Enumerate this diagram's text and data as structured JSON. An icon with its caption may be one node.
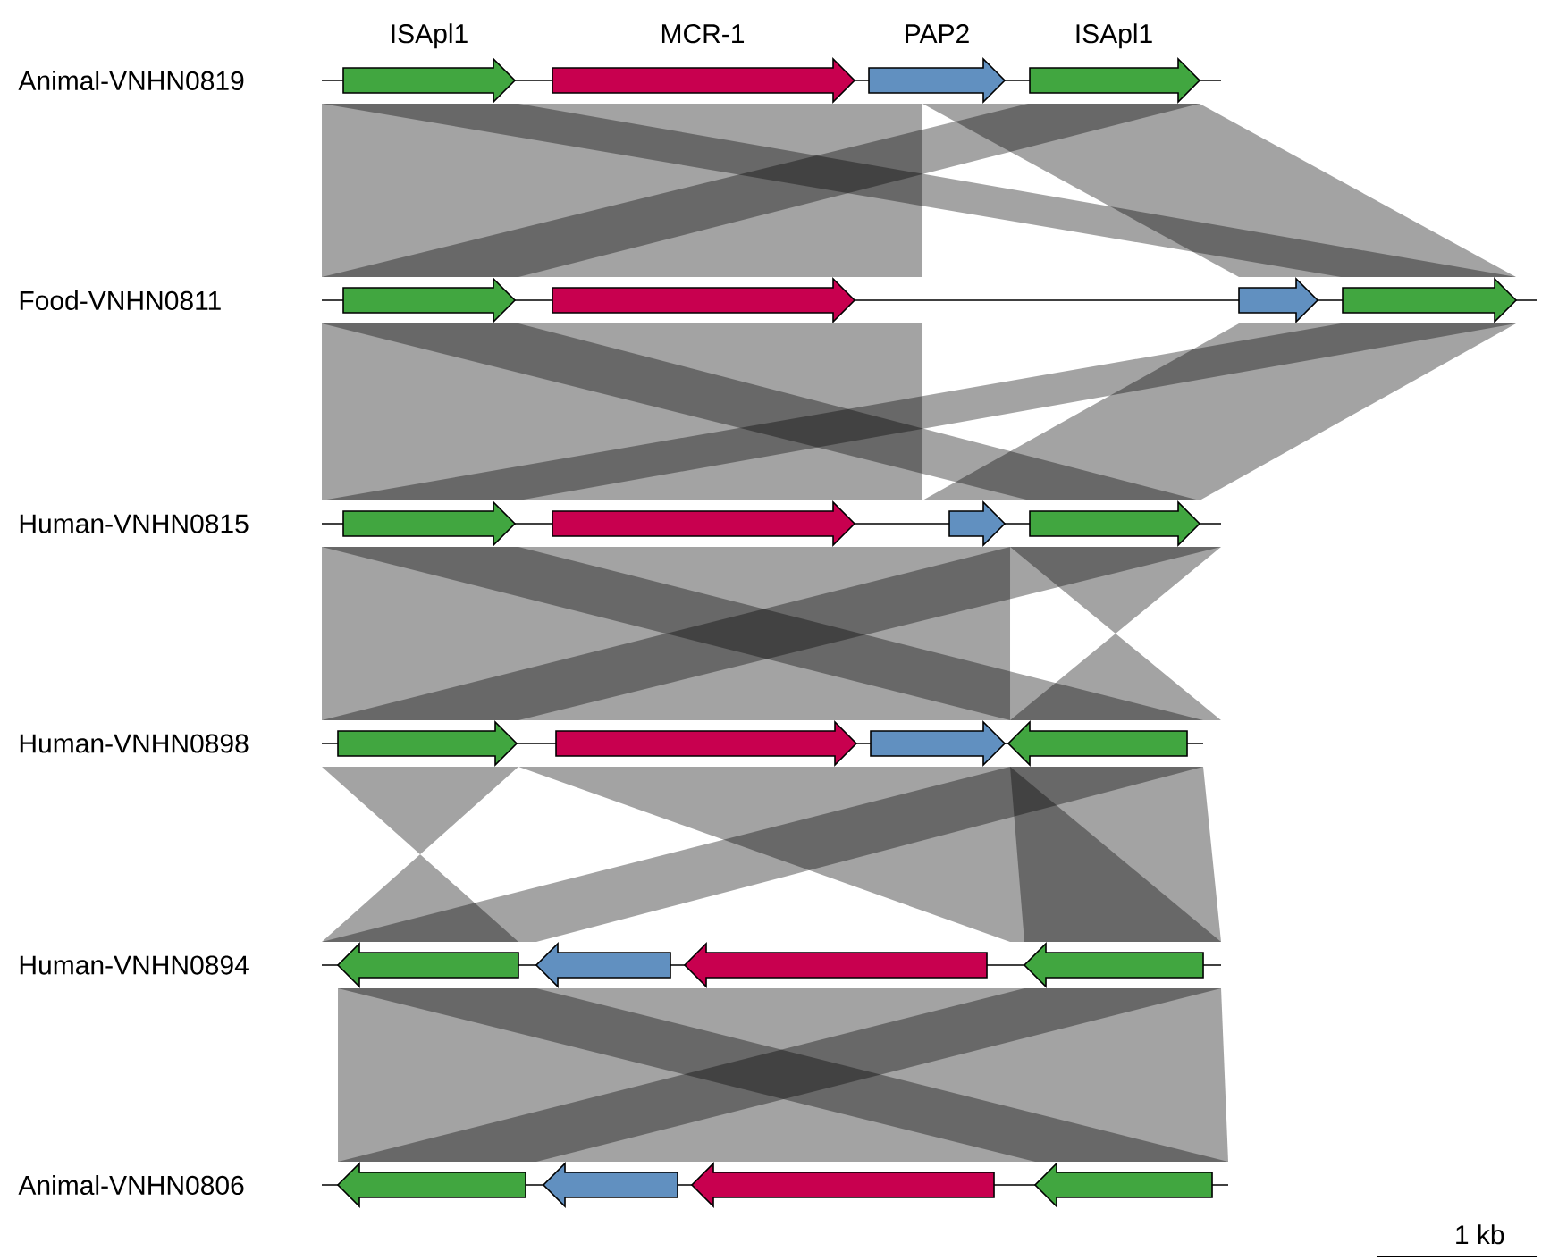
{
  "diagram": {
    "labels": [
      "ISApl1",
      "MCR-1",
      "PAP2",
      "ISApl1",
      "Animal-VNHN0819",
      "Food-VNHN0811",
      "Human-VNHN0815",
      "Human-VNHN0898",
      "Human-VNHN0894",
      "Animal-VNHN0806",
      "1 kb"
    ]
  }
}
